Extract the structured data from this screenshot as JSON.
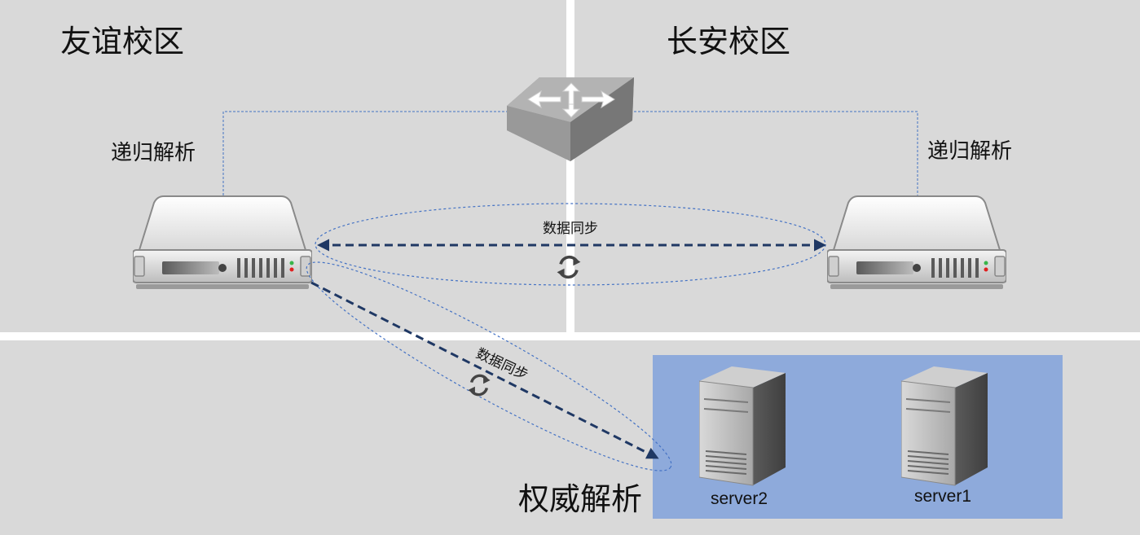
{
  "zones": {
    "campus_left": "友谊校区",
    "campus_right": "长安校区",
    "authoritative": "权威解析"
  },
  "roles": {
    "recursive_left": "递归解析",
    "recursive_right": "递归解析"
  },
  "sync": {
    "horizontal_label": "数据同步",
    "diagonal_label": "数据同步"
  },
  "servers": {
    "server_a": "server2",
    "server_b": "server1"
  },
  "colors": {
    "background": "#d9d9d9",
    "divider": "#ffffff",
    "authoritative_panel": "#8eaadb",
    "sync_arrow": "#1f3864",
    "link_line": "#4472c4"
  },
  "icons": {
    "switch": "network-switch-icon",
    "rack_server": "rack-server-icon",
    "tower_server": "tower-server-icon",
    "sync": "sync-cycle-icon"
  }
}
